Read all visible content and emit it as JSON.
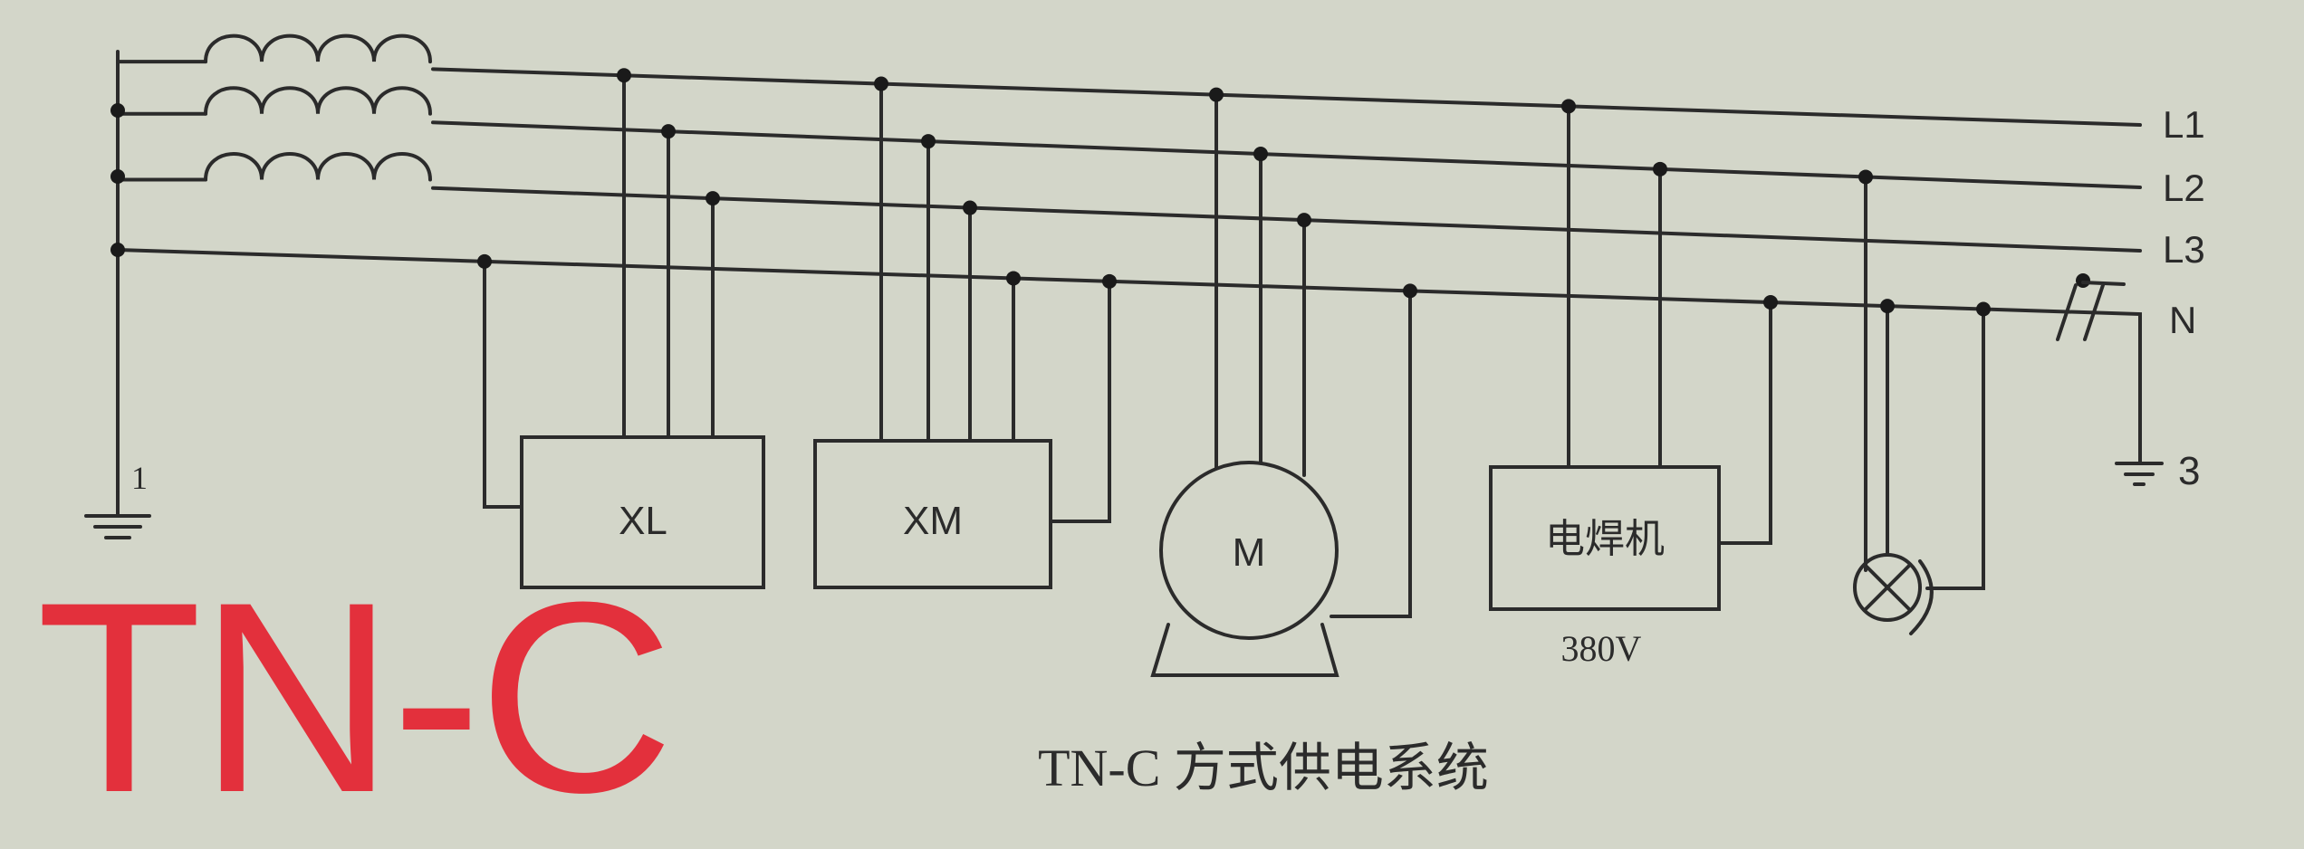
{
  "title_overlay": "TN-C",
  "caption": "TN-C 方式供电系统",
  "lines": {
    "l1": "L1",
    "l2": "L2",
    "l3": "L3",
    "n": "N"
  },
  "grounds": {
    "source": "1",
    "end": "3"
  },
  "loads": {
    "xl": "XL",
    "xm": "XM",
    "motor": "M",
    "welder": "电焊机",
    "welder_voltage": "380V"
  },
  "colors": {
    "overlay": "#e3303c",
    "ink": "#2b2b2b",
    "paper": "#d3d6c9"
  }
}
